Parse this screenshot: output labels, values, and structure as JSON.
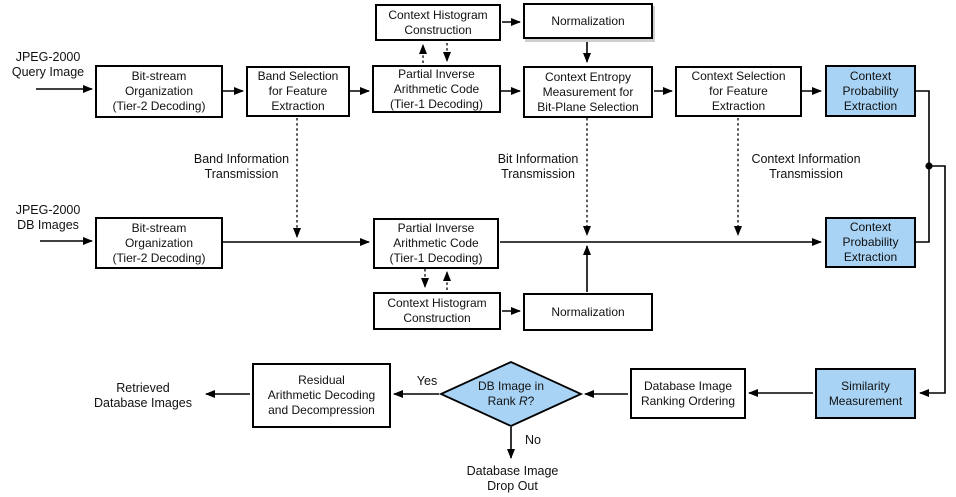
{
  "diagram": {
    "title": "JPEG-2000 compressed-domain image retrieval flow diagram",
    "colors": {
      "highlight_fill": "#a8d3f5",
      "box_fill": "#ffffff",
      "border": "#000000"
    },
    "nodes": {
      "ctx_hist_query": {
        "label": "Context Histogram\nConstruction"
      },
      "norm_query": {
        "label": "Normalization"
      },
      "bitstream_query": {
        "label": "Bit-stream\nOrganization\n(Tier-2 Decoding)"
      },
      "band_selection": {
        "label": "Band Selection\nfor Feature\nExtraction"
      },
      "partial_inverse_query": {
        "label": "Partial Inverse\nArithmetic Code\n(Tier-1 Decoding)"
      },
      "context_entropy": {
        "label": "Context Entropy\nMeasurement for\nBit-Plane Selection"
      },
      "context_selection": {
        "label": "Context Selection\nfor Feature\nExtraction"
      },
      "context_prob_query": {
        "label": "Context\nProbability\nExtraction"
      },
      "bitstream_db": {
        "label": "Bit-stream\nOrganization\n(Tier-2 Decoding)"
      },
      "partial_inverse_db": {
        "label": "Partial Inverse\nArithmetic Code\n(Tier-1 Decoding)"
      },
      "context_prob_db": {
        "label": "Context\nProbability\nExtraction"
      },
      "ctx_hist_db": {
        "label": "Context Histogram\nConstruction"
      },
      "norm_db": {
        "label": "Normalization"
      },
      "residual": {
        "label": "Residual\nArithmetic Decoding\nand Decompression"
      },
      "ranking": {
        "label": "Database Image\nRanking Ordering"
      },
      "similarity": {
        "label": "Similarity\nMeasurement"
      },
      "decision": {
        "line1": "DB Image in",
        "rank_prefix": "Rank ",
        "rank_var": "R",
        "rank_suffix": "?"
      }
    },
    "labels": {
      "query_input": "JPEG-2000\nQuery Image",
      "db_input": "JPEG-2000\nDB Images",
      "band_info": "Band Information\nTransmission",
      "bit_info": "Bit Information\nTransmission",
      "context_info": "Context Information\nTransmission",
      "retrieved": "Retrieved\nDatabase Images",
      "yes": "Yes",
      "no": "No",
      "drop_out": "Database Image\nDrop Out"
    }
  }
}
